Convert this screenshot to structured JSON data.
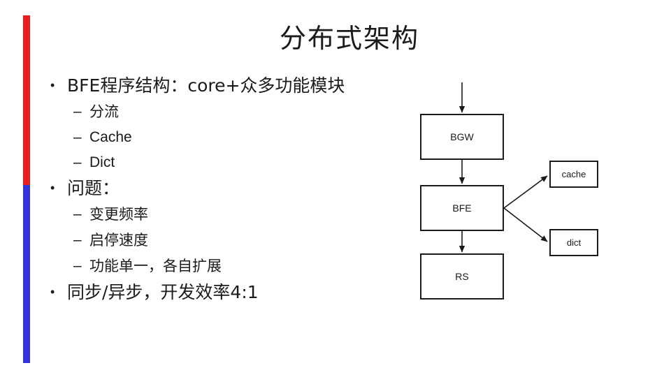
{
  "slide": {
    "title": "分布式架构",
    "accent": {
      "top_color": "#ee1c1c",
      "bottom_color": "#3333dd"
    }
  },
  "body": {
    "bullets": [
      {
        "level": 1,
        "marker": "•",
        "text": "BFE程序结构：core+众多功能模块"
      },
      {
        "level": 2,
        "marker": "–",
        "text": "分流"
      },
      {
        "level": 2,
        "marker": "–",
        "text": "Cache"
      },
      {
        "level": 2,
        "marker": "–",
        "text": "Dict"
      },
      {
        "level": 1,
        "marker": "•",
        "text": "问题："
      },
      {
        "level": 2,
        "marker": "–",
        "text": "变更频率"
      },
      {
        "level": 2,
        "marker": "–",
        "text": "启停速度"
      },
      {
        "level": 2,
        "marker": "–",
        "text": "功能单一，各自扩展"
      },
      {
        "level": 1,
        "marker": "•",
        "text": "同步/异步，开发效率4:1"
      }
    ]
  },
  "diagram": {
    "type": "flowchart",
    "stroke_color": "#1a1a1a",
    "nodes": [
      {
        "id": "bgw",
        "label": "BGW"
      },
      {
        "id": "bfe",
        "label": "BFE"
      },
      {
        "id": "rs",
        "label": "RS"
      },
      {
        "id": "cache",
        "label": "cache"
      },
      {
        "id": "dict",
        "label": "dict"
      }
    ],
    "edges": [
      {
        "from": "input",
        "to": "bgw",
        "style": "arrow"
      },
      {
        "from": "bgw",
        "to": "bfe",
        "style": "arrow"
      },
      {
        "from": "bfe",
        "to": "rs",
        "style": "arrow"
      },
      {
        "from": "bfe",
        "to": "cache",
        "style": "arrow"
      },
      {
        "from": "bfe",
        "to": "dict",
        "style": "arrow"
      }
    ]
  }
}
